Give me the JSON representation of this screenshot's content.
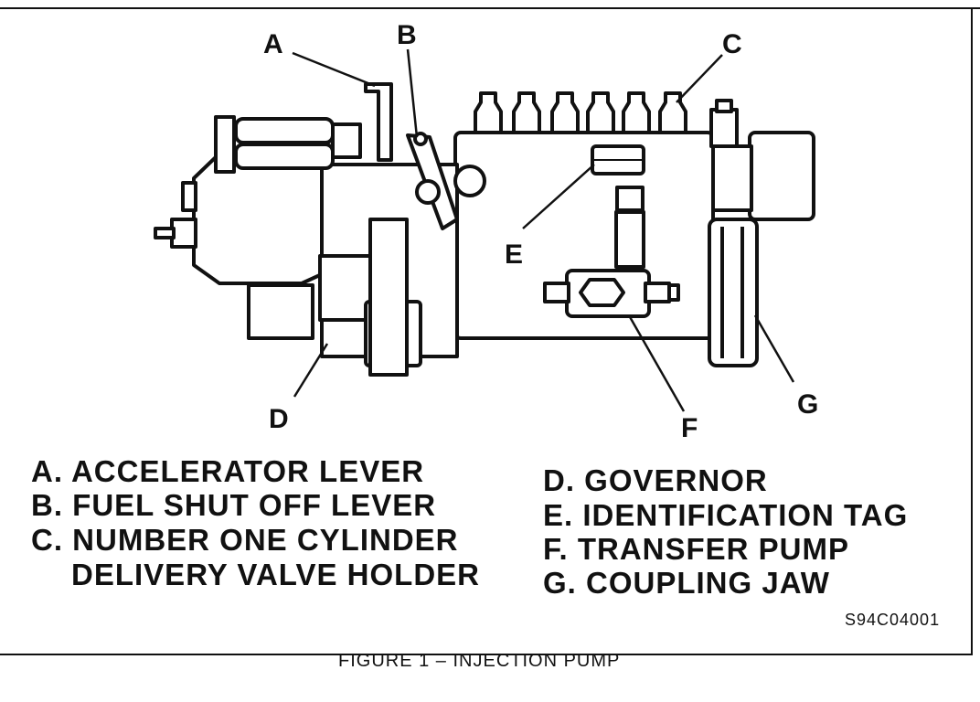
{
  "callouts": {
    "a": "A",
    "b": "B",
    "c": "C",
    "d": "D",
    "e": "E",
    "f": "F",
    "g": "G"
  },
  "legend": {
    "a": "A. ACCELERATOR LEVER",
    "b": "B. FUEL SHUT OFF LEVER",
    "c_line1": "C. NUMBER ONE CYLINDER",
    "c_line2": "DELIVERY VALVE HOLDER",
    "d": "D. GOVERNOR",
    "e": "E. IDENTIFICATION TAG",
    "f": "F. TRANSFER PUMP",
    "g": "G. COUPLING JAW"
  },
  "figure_code": "S94C04001",
  "caption": "FIGURE 1  –  INJECTION PUMP"
}
